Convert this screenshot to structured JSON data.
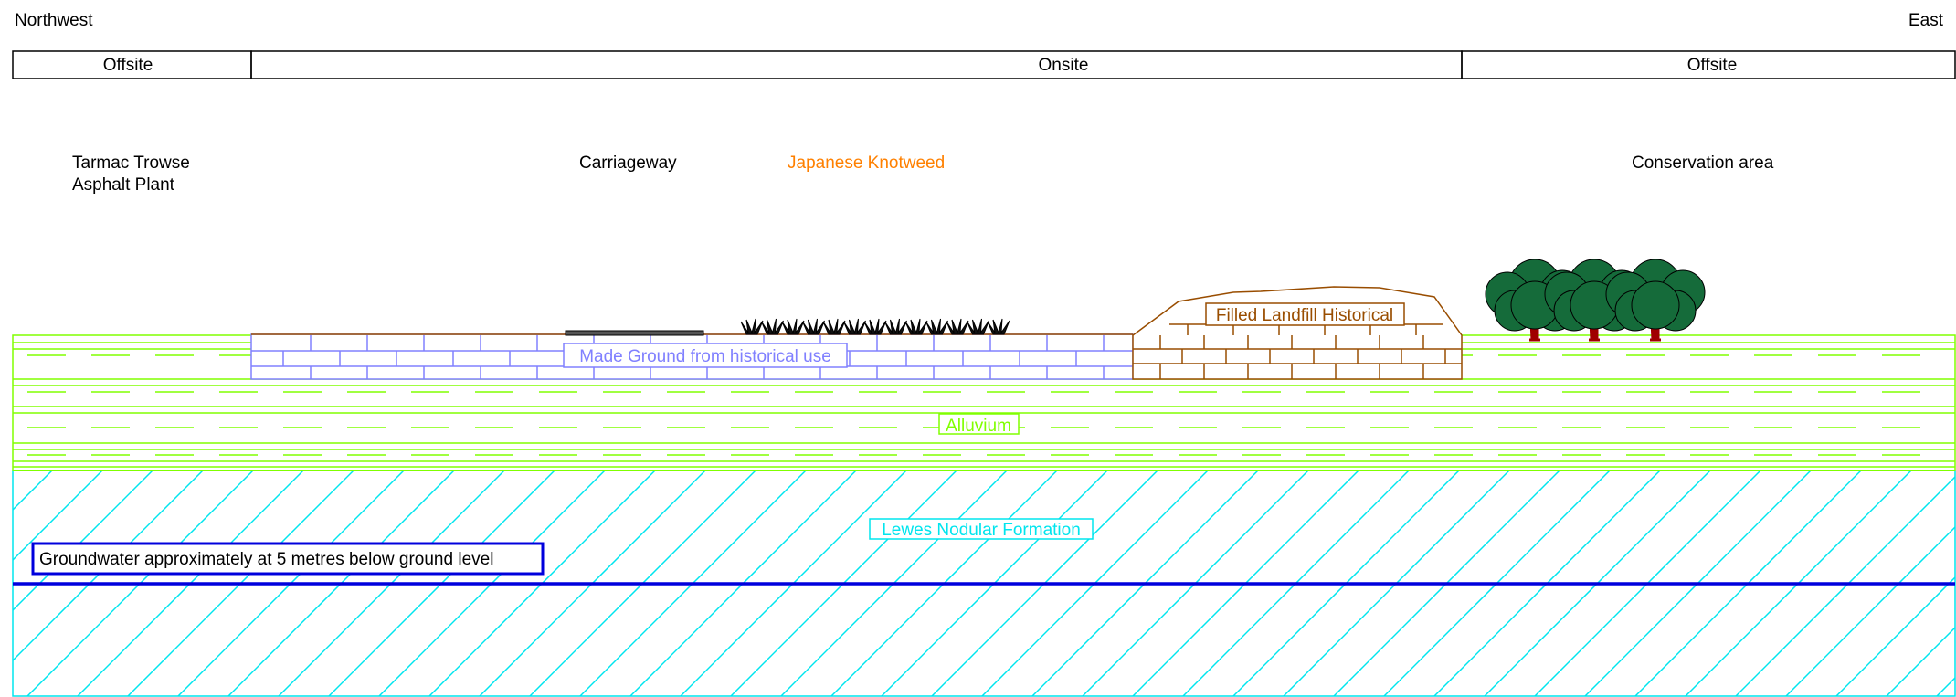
{
  "orientation": {
    "left": "Northwest",
    "right": "East"
  },
  "zones": [
    "Offsite",
    "Onsite",
    "Offsite"
  ],
  "features": {
    "tarmac_line1": "Tarmac Trowse",
    "tarmac_line2": "Asphalt Plant",
    "carriageway": "Carriageway",
    "knotweed": "Japanese Knotweed",
    "conservation": "Conservation area"
  },
  "strata": {
    "made_ground": "Made Ground from historical use",
    "landfill": "Filled Landfill Historical",
    "alluvium": "Alluvium",
    "lewes": "Lewes Nodular Formation"
  },
  "groundwater_note": "Groundwater approximately at 5 metres below ground level",
  "colors": {
    "made_ground": "#8080ff",
    "landfill": "#994d00",
    "alluvium": "#80ff00",
    "lewes": "#00e5ee",
    "groundwater": "#0000dd",
    "knotweed_label": "#ff8000",
    "tree_canopy": "#156b3a",
    "tree_trunk": "#a00000"
  },
  "icons": {
    "vegetation": "knotweed-plant-icon",
    "tree": "tree-icon"
  }
}
